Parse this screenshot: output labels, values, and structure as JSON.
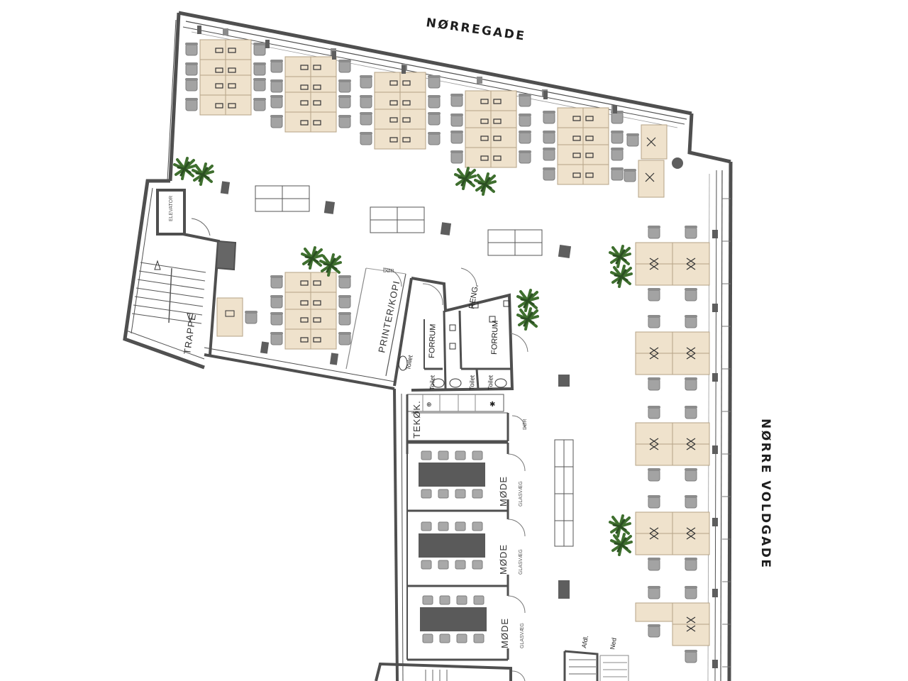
{
  "streets": {
    "north": "NØRREGADE",
    "east": "NØRRE VOLDGADE"
  },
  "rooms": {
    "stairs": "TRAPPE",
    "elevator": "ELEVATOR",
    "printer": "PRINTER/KOPI",
    "cleaning": "RENG.",
    "anteroom_a": "FORRUM",
    "anteroom_b": "FORRUM",
    "toilet_a": "Toilet",
    "toilet_b": "Toilet",
    "toilet_c": "Toilet",
    "kitchen": "TEKØK.",
    "meeting_a": "MØDE",
    "meeting_b": "MØDE",
    "meeting_c": "MØDE",
    "glass_a": "GLASVÆG",
    "glass_b": "GLASVÆG",
    "glass_c": "GLASVÆG",
    "door_label": "DØR",
    "door_label_b": "DØR",
    "stair_up": "Afdl.",
    "stair_down": "Ned"
  },
  "colors": {
    "wall": "#555555",
    "desk": "#efe2cc",
    "desk_edge": "#b9a789",
    "chair": "#9a9a9a",
    "meeting_table": "#5a5a5a",
    "column": "#5e5e5e",
    "plant": "#3d6b2f"
  }
}
